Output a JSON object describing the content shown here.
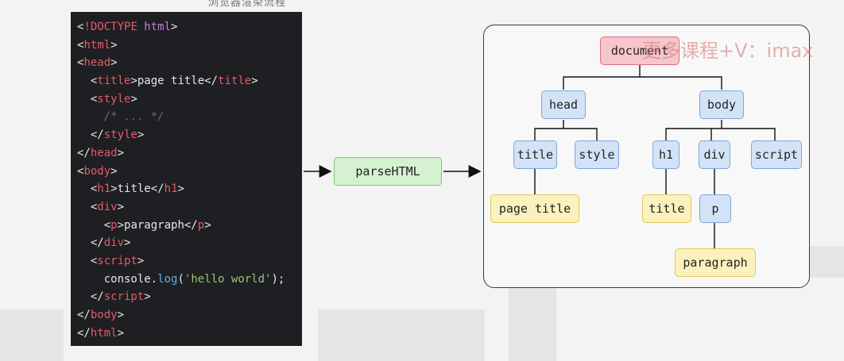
{
  "header": {
    "caption": "浏览器渲染流程"
  },
  "code_lines": [
    [
      {
        "t": "<",
        "c": "punc"
      },
      {
        "t": "!DOCTYPE",
        "c": "tag"
      },
      {
        "t": " html",
        "c": "kw"
      },
      {
        "t": ">",
        "c": "punc"
      }
    ],
    [
      {
        "t": "<",
        "c": "punc"
      },
      {
        "t": "html",
        "c": "tag"
      },
      {
        "t": ">",
        "c": "punc"
      }
    ],
    [
      {
        "t": "<",
        "c": "punc"
      },
      {
        "t": "head",
        "c": "tag"
      },
      {
        "t": ">",
        "c": "punc"
      }
    ],
    [
      {
        "t": "  <",
        "c": "punc"
      },
      {
        "t": "title",
        "c": "tag"
      },
      {
        "t": ">page title</",
        "c": "punc"
      },
      {
        "t": "title",
        "c": "tag"
      },
      {
        "t": ">",
        "c": "punc"
      }
    ],
    [
      {
        "t": "  <",
        "c": "punc"
      },
      {
        "t": "style",
        "c": "tag"
      },
      {
        "t": ">",
        "c": "punc"
      }
    ],
    [
      {
        "t": "    /* ... */",
        "c": "cmt"
      }
    ],
    [
      {
        "t": "  </",
        "c": "punc"
      },
      {
        "t": "style",
        "c": "tag"
      },
      {
        "t": ">",
        "c": "punc"
      }
    ],
    [
      {
        "t": "</",
        "c": "punc"
      },
      {
        "t": "head",
        "c": "tag"
      },
      {
        "t": ">",
        "c": "punc"
      }
    ],
    [
      {
        "t": "<",
        "c": "punc"
      },
      {
        "t": "body",
        "c": "tag"
      },
      {
        "t": ">",
        "c": "punc"
      }
    ],
    [
      {
        "t": "  <",
        "c": "punc"
      },
      {
        "t": "h1",
        "c": "tag"
      },
      {
        "t": ">title</",
        "c": "punc"
      },
      {
        "t": "h1",
        "c": "tag"
      },
      {
        "t": ">",
        "c": "punc"
      }
    ],
    [
      {
        "t": "  <",
        "c": "punc"
      },
      {
        "t": "div",
        "c": "tag"
      },
      {
        "t": ">",
        "c": "punc"
      }
    ],
    [
      {
        "t": "    <",
        "c": "punc"
      },
      {
        "t": "p",
        "c": "tag"
      },
      {
        "t": ">paragraph</",
        "c": "punc"
      },
      {
        "t": "p",
        "c": "tag"
      },
      {
        "t": ">",
        "c": "punc"
      }
    ],
    [
      {
        "t": "  </",
        "c": "punc"
      },
      {
        "t": "div",
        "c": "tag"
      },
      {
        "t": ">",
        "c": "punc"
      }
    ],
    [
      {
        "t": "  <",
        "c": "punc"
      },
      {
        "t": "script",
        "c": "tag"
      },
      {
        "t": ">",
        "c": "punc"
      }
    ],
    [
      {
        "t": "    console.",
        "c": "punc"
      },
      {
        "t": "log",
        "c": "fn"
      },
      {
        "t": "(",
        "c": "punc"
      },
      {
        "t": "'hello world'",
        "c": "str"
      },
      {
        "t": ");",
        "c": "punc"
      }
    ],
    [
      {
        "t": "  </",
        "c": "punc"
      },
      {
        "t": "script",
        "c": "tag"
      },
      {
        "t": ">",
        "c": "punc"
      }
    ],
    [
      {
        "t": "</",
        "c": "punc"
      },
      {
        "t": "body",
        "c": "tag"
      },
      {
        "t": ">",
        "c": "punc"
      }
    ],
    [
      {
        "t": "</",
        "c": "punc"
      },
      {
        "t": "html",
        "c": "tag"
      },
      {
        "t": ">",
        "c": "punc"
      }
    ]
  ],
  "parse_label": "parseHTML",
  "tree": {
    "document": "document",
    "head": "head",
    "body": "body",
    "title": "title",
    "style": "style",
    "h1": "h1",
    "div": "div",
    "script": "script",
    "page_title": "page title",
    "h1_text": "title",
    "p": "p",
    "paragraph": "paragraph"
  },
  "watermark": "更多课程+V：imax",
  "colors": {
    "code_bg": "#1e1f22",
    "tag": "#e35a6a",
    "node_red": "#f7c5cc",
    "node_blue": "#d2e3f7",
    "node_yellow": "#fbf1bd",
    "parse_green": "#d6f1d2"
  }
}
